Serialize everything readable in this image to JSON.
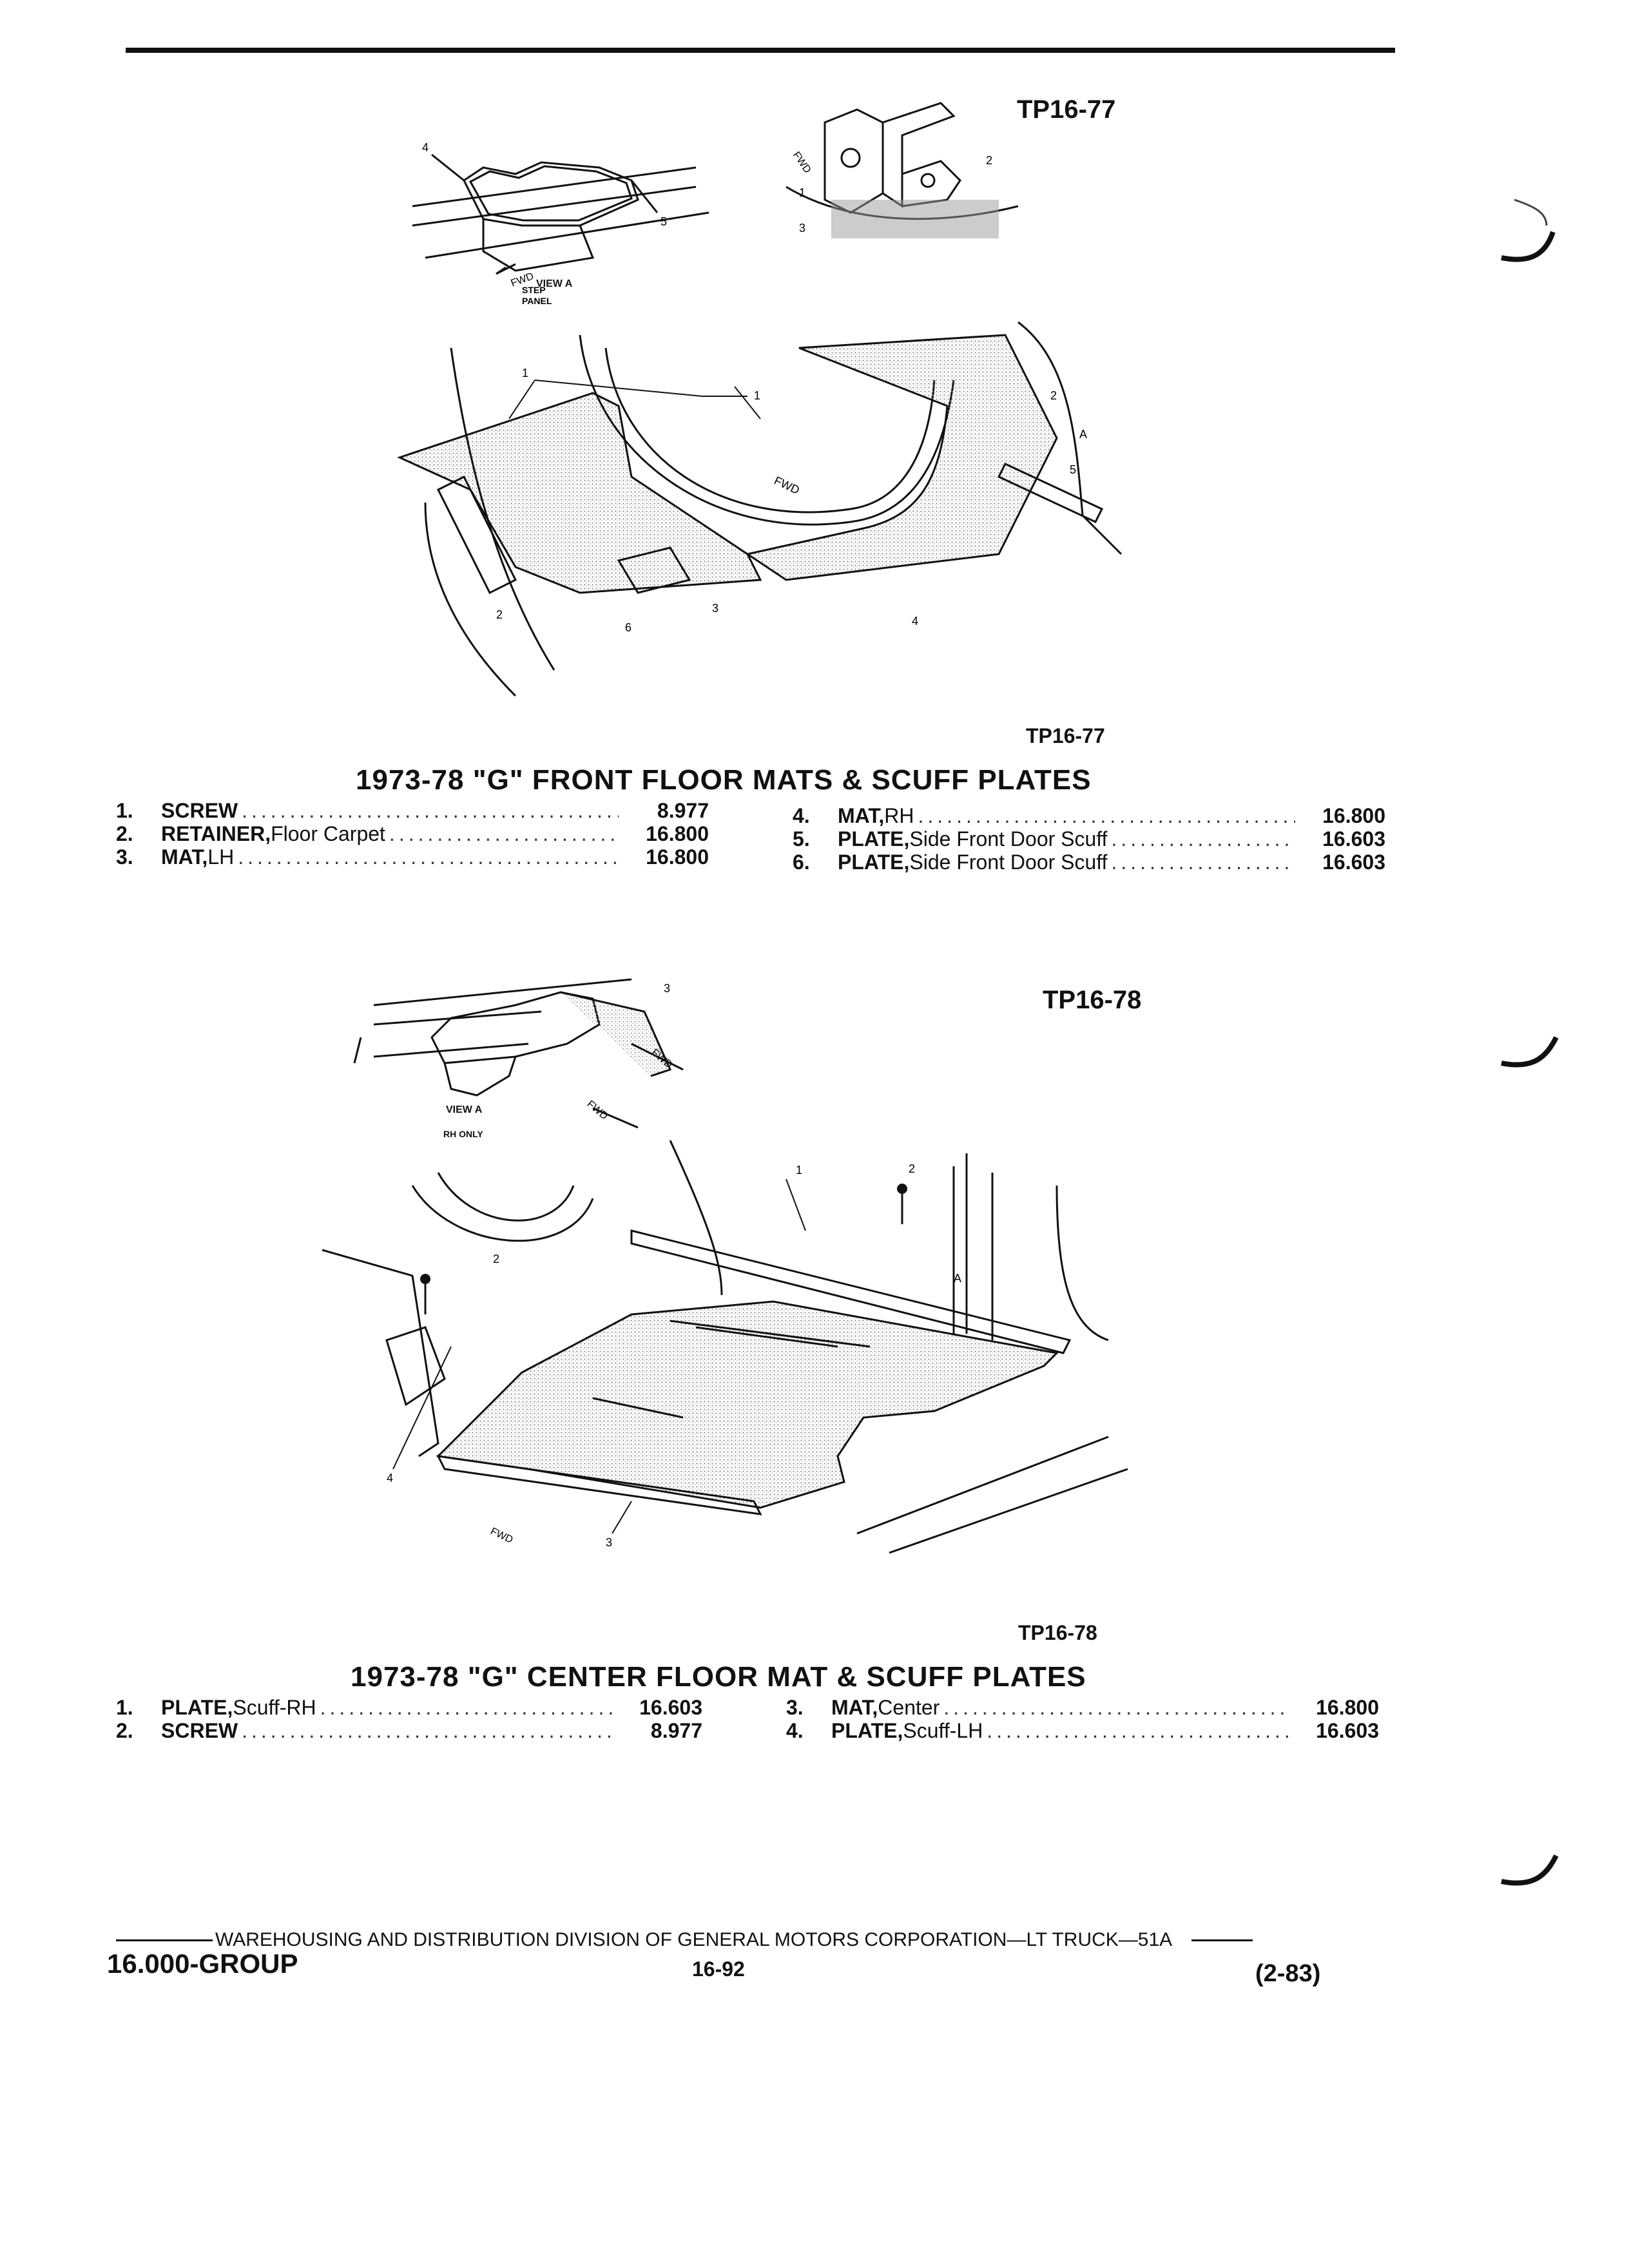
{
  "section1": {
    "tp_top": "TP16-77",
    "tp_bottom": "TP16-77",
    "title": "1973-78 \"G\" FRONT FLOOR MATS & SCUFF PLATES",
    "illustration_labels": {
      "view_a": "VIEW A",
      "step_panel_1": "STEP",
      "step_panel_2": "PANEL",
      "fwd": "FWD",
      "a": "A",
      "callouts": [
        "1",
        "2",
        "3",
        "4",
        "5",
        "6"
      ]
    },
    "parts_left": [
      {
        "num": "1.",
        "name": "SCREW",
        "desc": "",
        "group": "8.977"
      },
      {
        "num": "2.",
        "name": "RETAINER,",
        "desc": " Floor Carpet",
        "group": "16.800"
      },
      {
        "num": "3.",
        "name": "MAT,",
        "desc": " LH",
        "group": "16.800"
      }
    ],
    "parts_right": [
      {
        "num": "4.",
        "name": "MAT,",
        "desc": " RH",
        "group": "16.800"
      },
      {
        "num": "5.",
        "name": "PLATE,",
        "desc": " Side Front Door Scuff",
        "group": "16.603"
      },
      {
        "num": "6.",
        "name": "PLATE,",
        "desc": " Side Front Door Scuff",
        "group": "16.603"
      }
    ]
  },
  "section2": {
    "tp_top": "TP16-78",
    "tp_bottom": "TP16-78",
    "title": "1973-78 \"G\" CENTER FLOOR MAT & SCUFF PLATES",
    "illustration_labels": {
      "view_a": "VIEW A",
      "rh_only": "RH ONLY",
      "fwd": "FWD",
      "a": "A",
      "callouts": [
        "1",
        "2",
        "3",
        "4"
      ]
    },
    "parts_left": [
      {
        "num": "1.",
        "name": "PLATE,",
        "desc": " Scuff-RH",
        "group": "16.603"
      },
      {
        "num": "2.",
        "name": "SCREW",
        "desc": "",
        "group": "8.977"
      }
    ],
    "parts_right": [
      {
        "num": "3.",
        "name": "MAT,",
        "desc": " Center",
        "group": "16.800"
      },
      {
        "num": "4.",
        "name": "PLATE,",
        "desc": " Scuff-LH",
        "group": "16.603"
      }
    ]
  },
  "footer": {
    "division": "WAREHOUSING AND DISTRIBUTION DIVISION OF GENERAL MOTORS CORPORATION—LT TRUCK—51A",
    "group": "16.000-GROUP",
    "page": "16-92",
    "date": "(2-83)"
  },
  "colors": {
    "ink": "#111111",
    "paper": "#ffffff",
    "stipple": "#9a9a9a"
  }
}
